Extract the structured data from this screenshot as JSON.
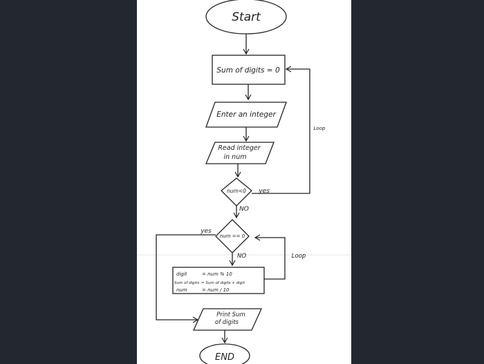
{
  "flowchart": {
    "start": "Start",
    "init": "Sum of digits = 0",
    "input_prompt": "Enter an integer",
    "read_line1": "Read integer",
    "read_line2": "in num",
    "decision_negative": "num<0",
    "decision_negative_yes": "yes",
    "decision_negative_no": "NO",
    "loop_outer": "Loop",
    "decision_zero": "num == 0",
    "decision_zero_yes": "yes",
    "decision_zero_no": "NO",
    "loop_inner": "Loop",
    "process_rows": [
      {
        "var": "digit",
        "expr": "= num % 10"
      },
      {
        "var": "Sum of digits",
        "expr": "= Sum of digits + digit"
      },
      {
        "var": "num",
        "expr": "= num / 10"
      }
    ],
    "print_line1": "Print Sum",
    "print_line2": "of digits",
    "end": "END"
  }
}
